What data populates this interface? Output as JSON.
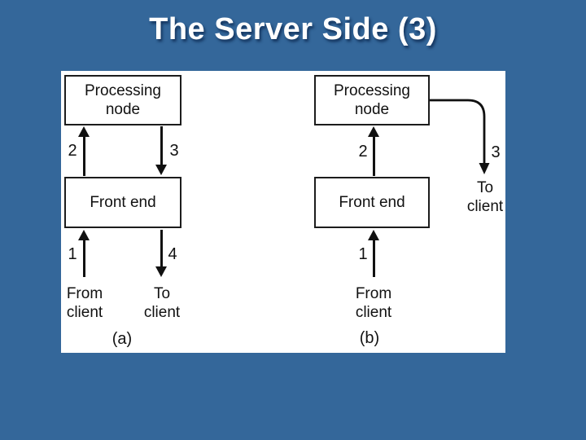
{
  "title": "The Server Side (3)",
  "colors": {
    "background": "#34679A",
    "panel_background": "#FFFFFF",
    "diagram_ink": "#111111",
    "title_color": "#FFFFFF"
  },
  "figure": {
    "panel_a": {
      "caption": "(a)",
      "processing_node": {
        "line1": "Processing",
        "line2": "node"
      },
      "front_end": "Front end",
      "arrow_labels": {
        "step1": "1",
        "step2": "2",
        "step3": "3",
        "step4": "4"
      },
      "from_client": {
        "line1": "From",
        "line2": "client"
      },
      "to_client": {
        "line1": "To",
        "line2": "client"
      }
    },
    "panel_b": {
      "caption": "(b)",
      "processing_node": {
        "line1": "Processing",
        "line2": "node"
      },
      "front_end": "Front end",
      "arrow_labels": {
        "step1": "1",
        "step2": "2",
        "step3": "3"
      },
      "from_client": {
        "line1": "From",
        "line2": "client"
      },
      "to_client": {
        "line1": "To",
        "line2": "client"
      }
    }
  }
}
